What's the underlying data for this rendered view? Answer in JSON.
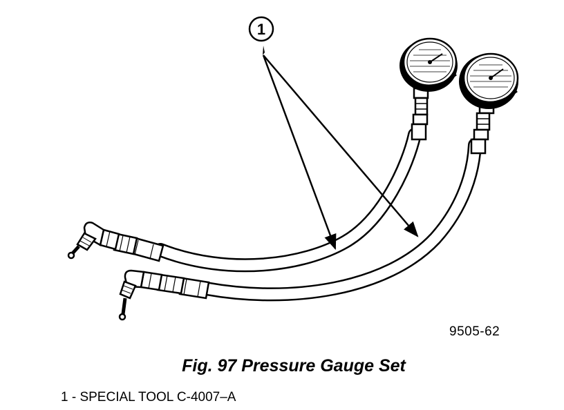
{
  "callout": {
    "number": "1"
  },
  "figure_id": "9505-62",
  "caption": "Fig. 97 Pressure Gauge Set",
  "legend": [
    {
      "text": "1 - SPECIAL TOOL C-4007–A"
    }
  ]
}
